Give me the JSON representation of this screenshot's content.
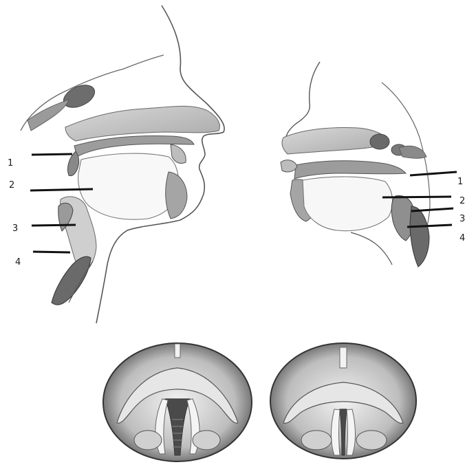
{
  "left_diagram": {
    "labels": [
      "1",
      "2",
      "3",
      "4"
    ]
  },
  "right_diagram": {
    "labels": [
      "1",
      "2",
      "3",
      "4"
    ]
  },
  "colors": {
    "outline": "#555555",
    "tissue": "#c8c8c8",
    "dark_tissue": "#8a8a8a",
    "leader": "#111111"
  }
}
